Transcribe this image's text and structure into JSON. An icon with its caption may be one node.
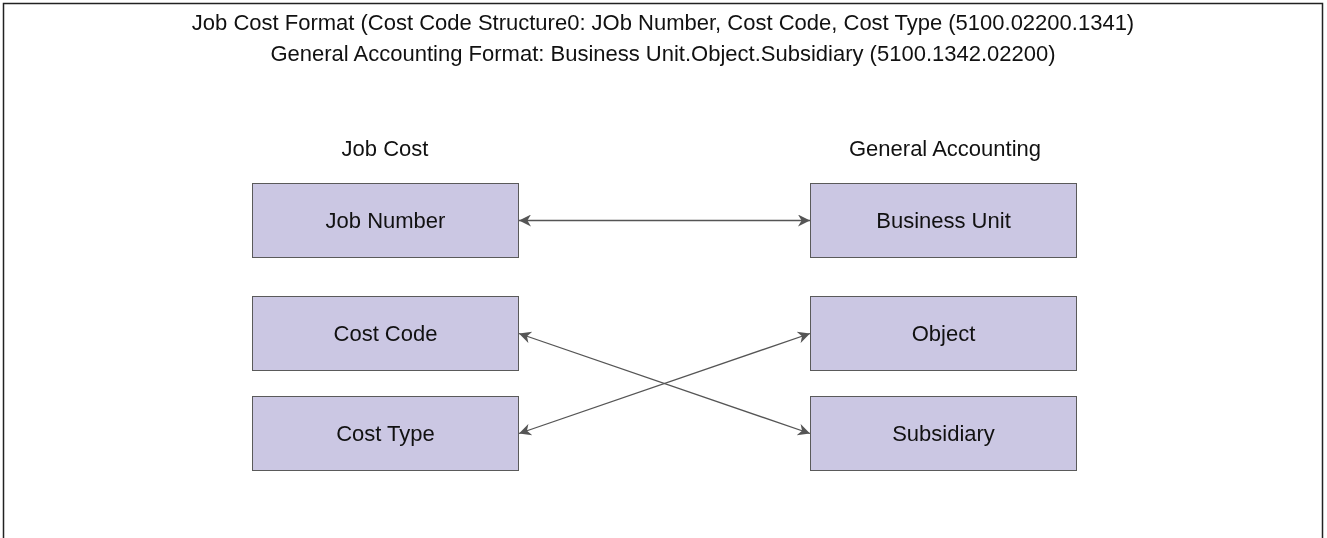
{
  "diagram": {
    "title": "Job Cost Format (Cost Code Structure0: JOb Number, Cost Code, Cost Type (5100.02200.1341)",
    "nodes": [
      {
        "text": [
          "Job Number"
        ]
      },
      {
        "text": [
          "Cost Code"
        ]
      },
      {
        "text": [
          "Cost Type"
        ]
      },
      {
        "text": [
          "Business Unit"
        ]
      },
      {
        "text": [
          "Object"
        ]
      },
      {
        "text": [
          "Subsidiary"
        ]
      }
    ],
    "edges": [
      {
        "from": 0,
        "to": 3,
        "arrow": "both"
      },
      {
        "from": 1,
        "to": 5,
        "arrow": "both"
      },
      {
        "from": 2,
        "to": 4,
        "arrow": "both"
      }
    ],
    "labels": [
      "General Accounting Format: Business Unit.Object.Subsidiary (5100.1342.02200)",
      "Job Cost",
      "General Accounting"
    ]
  }
}
